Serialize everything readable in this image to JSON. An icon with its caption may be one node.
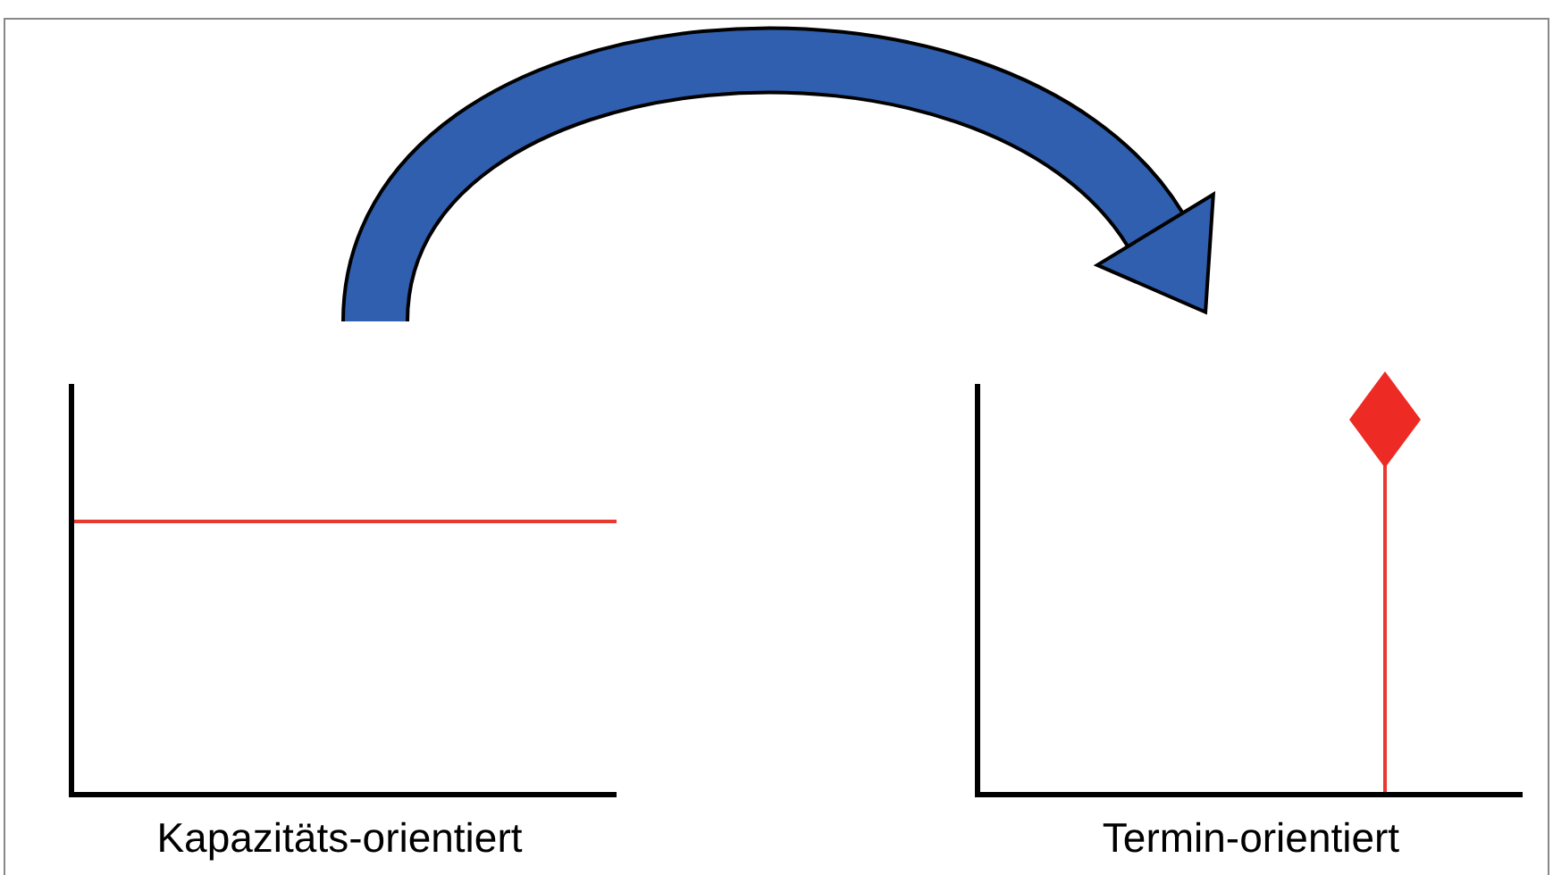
{
  "diagram": {
    "nodes": [
      {
        "text": [
          "Kapazitäts-orientiert"
        ]
      },
      {
        "text": [
          "Termin-orientiert"
        ]
      }
    ],
    "edges": [
      {
        "from": 0,
        "to": 1,
        "arrow": "to"
      }
    ]
  }
}
